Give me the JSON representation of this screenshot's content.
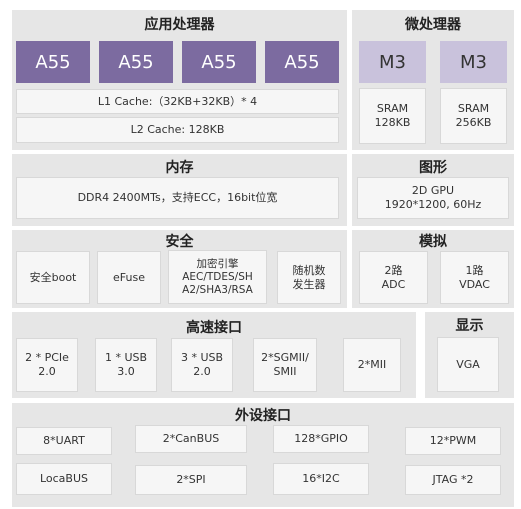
{
  "app_processor": {
    "title": "应用处理器",
    "cores": [
      "A55",
      "A55",
      "A55",
      "A55"
    ],
    "l1_cache": "L1 Cache:（32KB+32KB）* 4",
    "l2_cache": "L2 Cache:  128KB"
  },
  "micro_processor": {
    "title": "微处理器",
    "cores": [
      "M3",
      "M3"
    ],
    "sram": [
      "SRAM\n128KB",
      "SRAM\n256KB"
    ]
  },
  "memory": {
    "title": "内存",
    "desc": "DDR4 2400MTs，支持ECC，16bit位宽"
  },
  "graphics": {
    "title": "图形",
    "desc": "2D GPU\n1920*1200, 60Hz"
  },
  "security": {
    "title": "安全",
    "items": [
      "安全boot",
      "eFuse",
      "加密引擎\nAEC/TDES/SH\nA2/SHA3/RSA",
      "随机数\n发生器"
    ]
  },
  "analog": {
    "title": "模拟",
    "items": [
      "2路\nADC",
      "1路\nVDAC"
    ]
  },
  "high_speed": {
    "title": "高速接口",
    "items": [
      "2 * PCIe\n2.0",
      "1 * USB\n3.0",
      "3 * USB\n2.0",
      "2*SGMII/\nSMII",
      "2*MII"
    ]
  },
  "display": {
    "title": "显示",
    "items": [
      "VGA"
    ]
  },
  "peripherals": {
    "title": "外设接口",
    "items": [
      "8*UART",
      "2*CanBUS",
      "128*GPIO",
      "12*PWM",
      "LocaBUS",
      "2*SPI",
      "16*I2C",
      "JTAG *2"
    ]
  }
}
